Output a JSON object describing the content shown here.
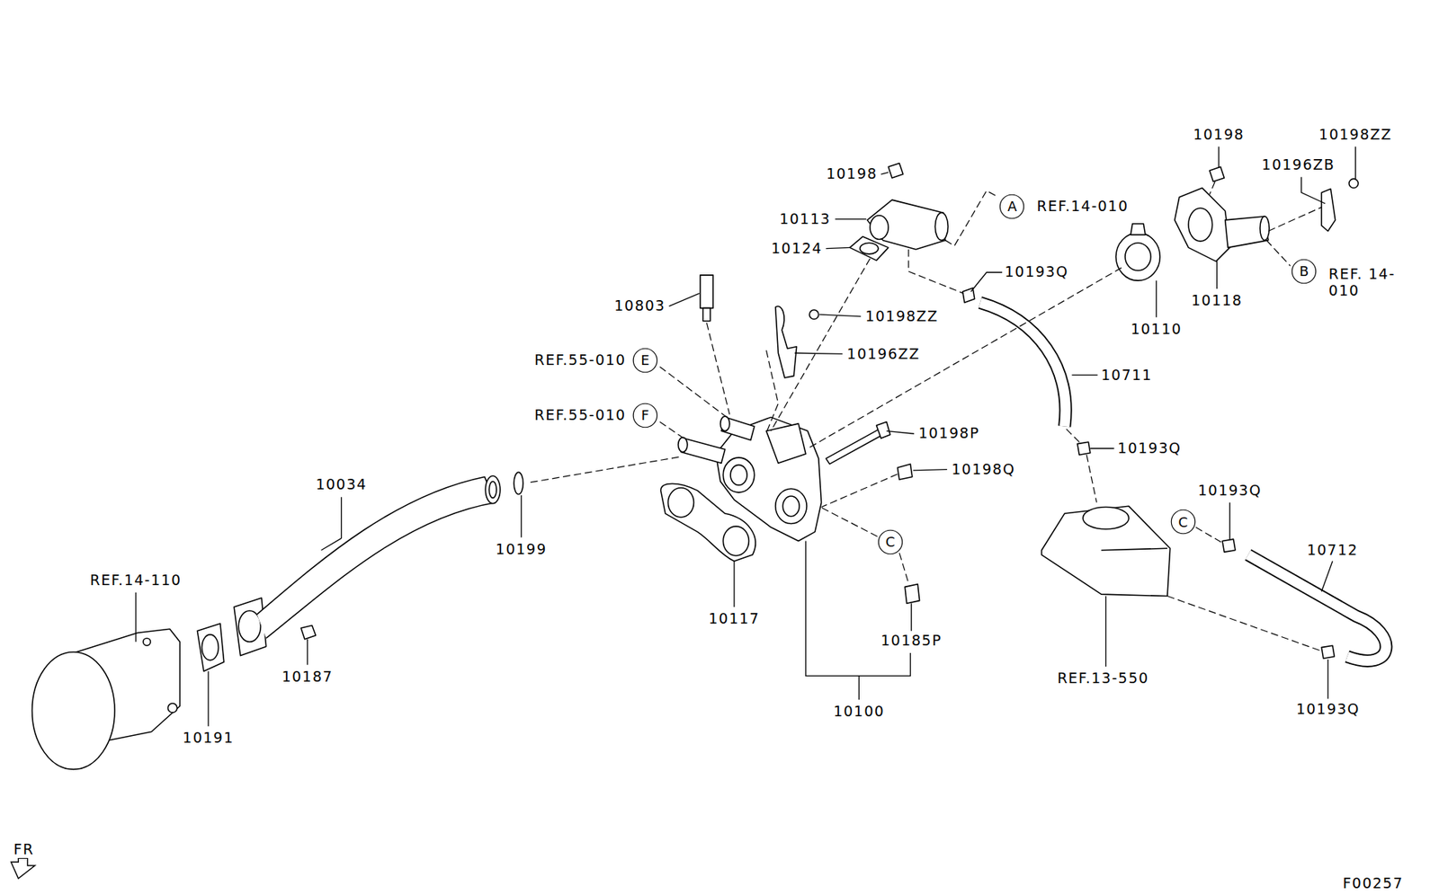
{
  "diagram": {
    "nodes": [
      {
        "text": [
          "A"
        ]
      },
      {
        "text": [
          "B"
        ]
      },
      {
        "text": [
          "E"
        ]
      },
      {
        "text": [
          "F"
        ]
      },
      {
        "text": [
          "C"
        ]
      },
      {
        "text": [
          "C"
        ]
      }
    ],
    "labels": [
      "10198",
      "10198",
      "10198ZZ",
      "10196ZB",
      "10113",
      "REF.14-010",
      "10124",
      "10193Q",
      "REF. 14-010",
      "10803",
      "10198ZZ",
      "10118",
      "10110",
      "10196ZZ",
      "REF.55-010",
      "10711",
      "REF.55-010",
      "10198P",
      "10193Q",
      "10198Q",
      "10034",
      "10193Q",
      "10199",
      "10712",
      "REF.14-110",
      "10117",
      "10185P",
      "10187",
      "REF.13-550",
      "10193Q",
      "10100",
      "10191",
      "FR",
      "F00257"
    ]
  }
}
